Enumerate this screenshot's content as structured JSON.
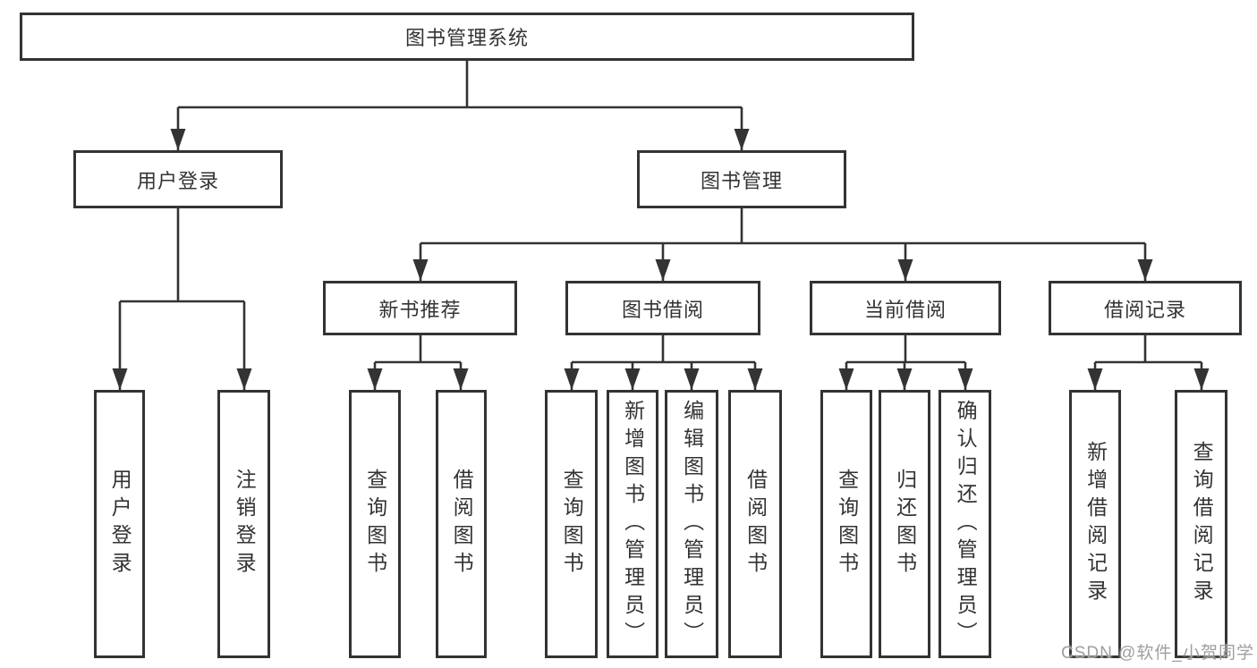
{
  "diagram": {
    "type": "hierarchy",
    "colors": {
      "line": "#333333",
      "box_border": "#333333",
      "text": "#333333",
      "watermark": "#9e9e9e",
      "background": "#ffffff"
    },
    "root": "图书管理系统",
    "level2": {
      "user_login": "用户登录",
      "book_management": "图书管理"
    },
    "level3": {
      "new_books": "新书推荐",
      "book_borrowing": "图书借阅",
      "current_borrowing": "当前借阅",
      "borrow_records": "借阅记录"
    },
    "leaves": {
      "user_login": [
        "用户登录",
        "注销登录"
      ],
      "new_books": [
        "查询图书",
        "借阅图书"
      ],
      "book_borrowing": [
        "查询图书",
        "新增图书（管理员）",
        "编辑图书（管理员）",
        "借阅图书"
      ],
      "current_borrowing": [
        "查询图书",
        "归还图书",
        "确认归还（管理员）"
      ],
      "borrow_records": [
        "新增借阅记录",
        "查询借阅记录"
      ]
    },
    "watermark": "CSDN @软件_小贺同学"
  }
}
